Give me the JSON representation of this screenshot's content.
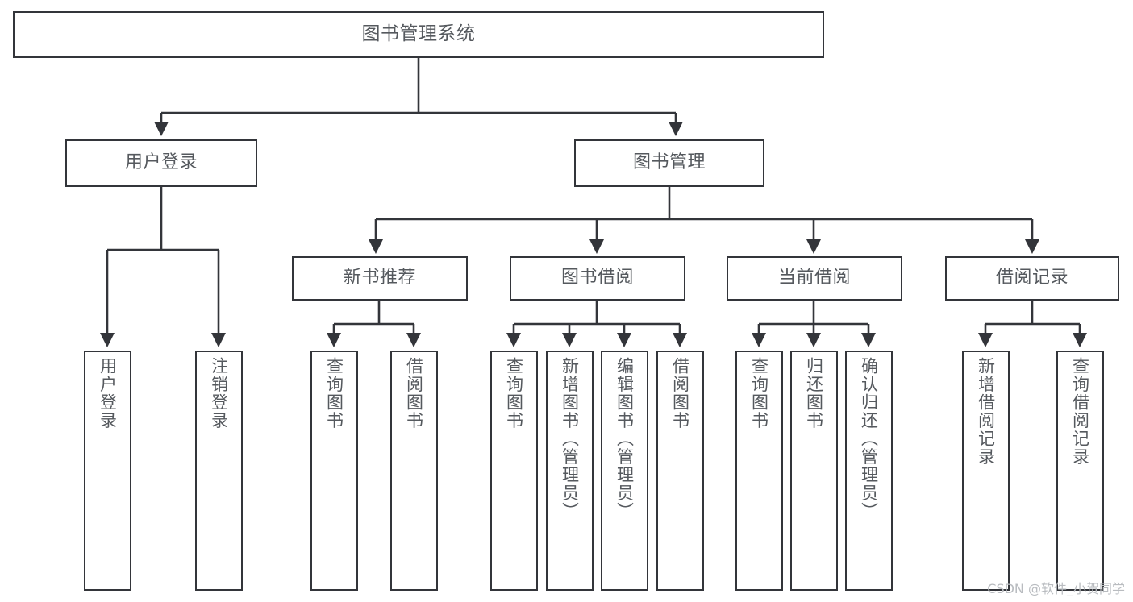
{
  "diagram": {
    "type": "tree",
    "title": "图书管理系统",
    "orientation": "top-down",
    "line_color": "#33353a",
    "box_border_color": "#33353a",
    "box_fill_color": "#ffffff",
    "text_color": "#55595e",
    "background": "#ffffff"
  },
  "watermark": {
    "text": "CSDN @软件_小贺同学",
    "color": "#b9bcc0"
  },
  "nodes": {
    "root": {
      "label": "图书管理系统"
    },
    "level2": [
      {
        "label": "用户登录"
      },
      {
        "label": "图书管理"
      }
    ],
    "level3": [
      {
        "label": "新书推荐"
      },
      {
        "label": "图书借阅"
      },
      {
        "label": "当前借阅"
      },
      {
        "label": "借阅记录"
      }
    ],
    "leaves": {
      "user_login": [
        {
          "label": "用户登录"
        },
        {
          "label": "注销登录"
        }
      ],
      "new_book": [
        {
          "label": "查询图书"
        },
        {
          "label": "借阅图书"
        }
      ],
      "book_borrow": [
        {
          "label": "查询图书"
        },
        {
          "label": "新增图书（管理员）"
        },
        {
          "label": "编辑图书（管理员）"
        },
        {
          "label": "借阅图书"
        }
      ],
      "current_borrow": [
        {
          "label": "查询图书"
        },
        {
          "label": "归还图书"
        },
        {
          "label": "确认归还（管理员）"
        }
      ],
      "borrow_record": [
        {
          "label": "新增借阅记录"
        },
        {
          "label": "查询借阅记录"
        }
      ]
    }
  }
}
